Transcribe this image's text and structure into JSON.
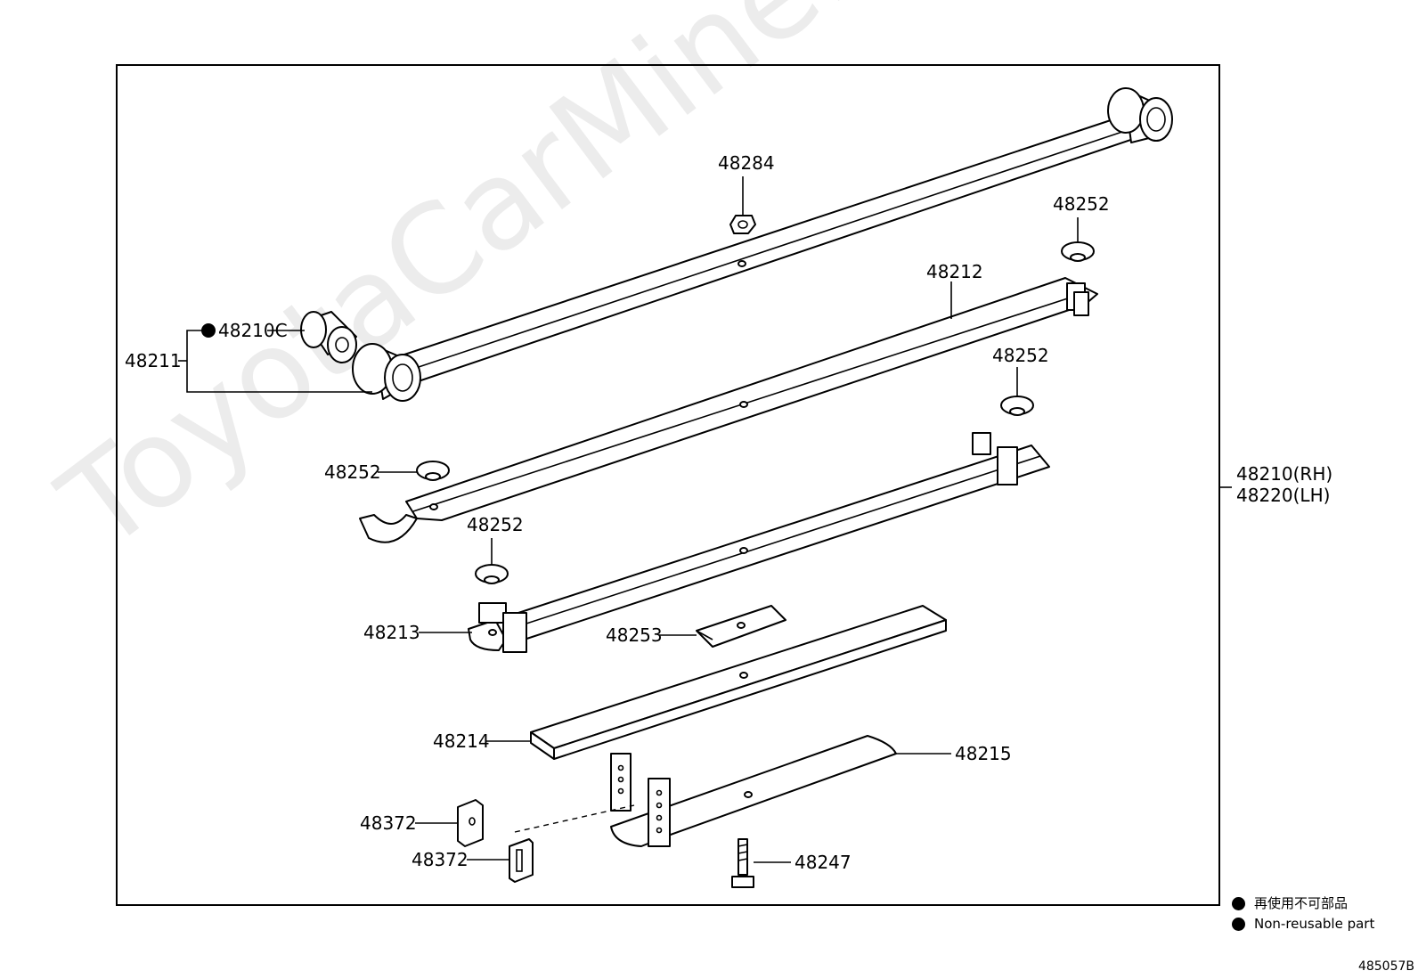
{
  "watermark": "ToyotaCarMine.ru",
  "labels": {
    "p48284": "48284",
    "p48252_top": "48252",
    "p48212": "48212",
    "p48210c": "48210C",
    "p48211": "48211",
    "p48252_right": "48252",
    "p48252_left": "48252",
    "p48252_mid": "48252",
    "p48210_rh": "48210(RH)",
    "p48220_lh": "48220(LH)",
    "p48213": "48213",
    "p48253": "48253",
    "p48214": "48214",
    "p48215": "48215",
    "p48372_a": "48372",
    "p48372_b": "48372",
    "p48247": "48247"
  },
  "legend": {
    "jp": "再使用不可部品",
    "en": "Non-reusable part"
  },
  "figure_code": "485057B"
}
